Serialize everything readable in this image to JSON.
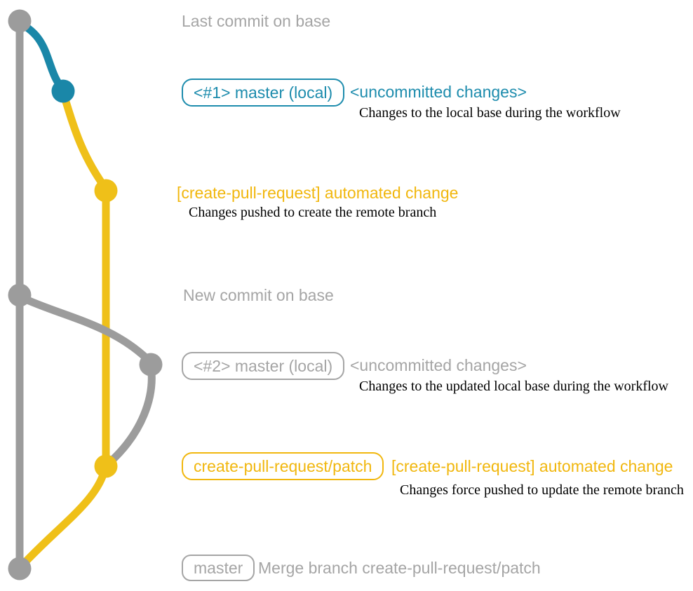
{
  "colors": {
    "background": "#ffffff",
    "graph_gray": "#9c9c9c",
    "graph_teal": "#1a87a8",
    "graph_yellow": "#efc019",
    "text_gray": "#a5a5a5",
    "text_teal": "#1d8cad",
    "text_yellow": "#f1b70e",
    "text_black": "#000000"
  },
  "rows": {
    "row1": {
      "label": "Last commit on base"
    },
    "row2": {
      "tag": "<#1> master (local)",
      "status": "<uncommitted changes>",
      "note": "Changes to the local base during the workflow"
    },
    "row3": {
      "message": "[create-pull-request] automated change",
      "note": "Changes pushed to create the remote branch"
    },
    "row4": {
      "label": "New commit on base"
    },
    "row5": {
      "tag": "<#2> master (local)",
      "status": "<uncommitted changes>",
      "note": "Changes to the updated local base during the workflow"
    },
    "row6": {
      "tag": "create-pull-request/patch",
      "message": "[create-pull-request] automated change",
      "note": "Changes force pushed to update the remote branch"
    },
    "row7": {
      "tag": "master",
      "label": "Merge branch create-pull-request/patch"
    }
  },
  "graph": {
    "commit_dot_colors": [
      "gray",
      "teal",
      "yellow",
      "gray",
      "gray",
      "yellow",
      "gray"
    ]
  }
}
